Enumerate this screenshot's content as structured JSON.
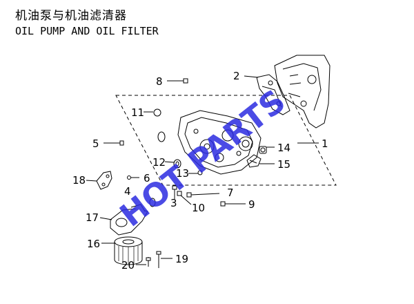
{
  "header": {
    "title_cn": "机油泵与机油滤清器",
    "title_en": "OIL PUMP AND OIL FILTER"
  },
  "watermark": {
    "text": "HOT PARTS",
    "color": "#2b2be0"
  },
  "callouts": [
    "1",
    "2",
    "3",
    "4",
    "5",
    "6",
    "7",
    "8",
    "9",
    "10",
    "11",
    "12",
    "13",
    "14",
    "15",
    "16",
    "17",
    "18",
    "19",
    "20"
  ],
  "colors": {
    "line": "#000000",
    "watermark": "#2b2be0"
  }
}
